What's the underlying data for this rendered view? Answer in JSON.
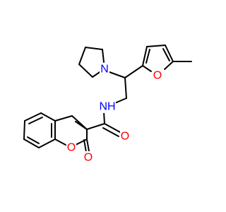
{
  "structure": {
    "atoms": [
      {
        "id": "N_pyrrolidine",
        "label": "N",
        "color": "#0000ff"
      },
      {
        "id": "O_furan",
        "label": "O",
        "color": "#ff0000"
      },
      {
        "id": "N_amide",
        "label": "NH",
        "color": "#0000ff"
      },
      {
        "id": "O_carbonyl",
        "label": "O",
        "color": "#ff0000"
      },
      {
        "id": "O_ring",
        "label": "O",
        "color": "#ff0000"
      },
      {
        "id": "O_lactone",
        "label": "O",
        "color": "#ff0000"
      }
    ]
  }
}
